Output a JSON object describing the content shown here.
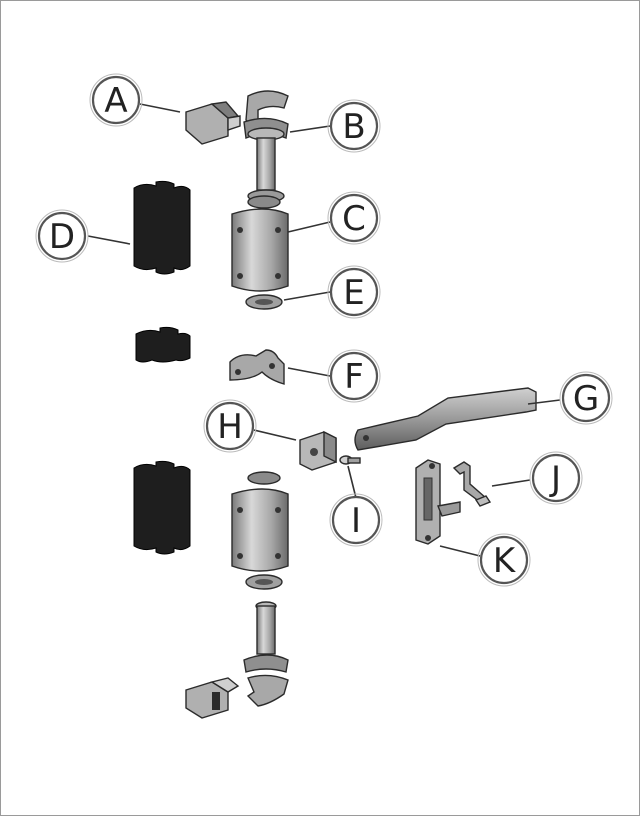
{
  "colors": {
    "metal_light": "#c9c9c9",
    "metal_mid": "#9a9a9a",
    "metal_dark": "#5e5e5e",
    "rubber": "#1e1e1e",
    "frame": "#9a9a9a",
    "callout_ring": "#555555"
  },
  "callouts": [
    {
      "id": "A",
      "label": "A",
      "part": "latch-bracket"
    },
    {
      "id": "B",
      "label": "B",
      "part": "hook-catch"
    },
    {
      "id": "C",
      "label": "C",
      "part": "hinge-body"
    },
    {
      "id": "D",
      "label": "D",
      "part": "rubber-sleeve"
    },
    {
      "id": "E",
      "label": "E",
      "part": "washer"
    },
    {
      "id": "F",
      "label": "F",
      "part": "clamp-bracket"
    },
    {
      "id": "G",
      "label": "G",
      "part": "lock-rod"
    },
    {
      "id": "H",
      "label": "H",
      "part": "rod-guide"
    },
    {
      "id": "I",
      "label": "I",
      "part": "pin"
    },
    {
      "id": "J",
      "label": "J",
      "part": "handle-bracket"
    },
    {
      "id": "K",
      "label": "K",
      "part": "keeper-plate"
    }
  ]
}
